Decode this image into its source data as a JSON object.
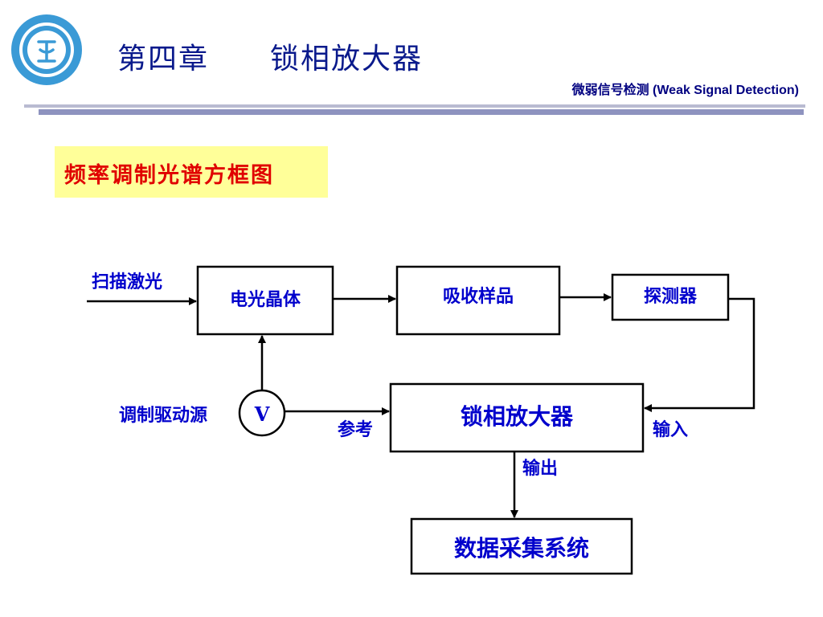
{
  "header": {
    "chapter_title": "第四章　　锁相放大器",
    "course_label": "微弱信号检测  (Weak Signal Detection)"
  },
  "section": {
    "title": "频率调制光谱方框图"
  },
  "diagram": {
    "blocks": {
      "eo_crystal": "电光晶体",
      "absorption_sample": "吸收样品",
      "detector": "探测器",
      "lock_in_amplifier": "锁相放大器",
      "daq_system": "数据采集系统",
      "voltage_source": "V"
    },
    "labels": {
      "scan_laser": "扫描激光",
      "modulation_source": "调制驱动源",
      "reference": "参考",
      "input": "输入",
      "output": "输出"
    },
    "colors": {
      "label_blue": "#0000cc",
      "line": "#000000"
    }
  }
}
